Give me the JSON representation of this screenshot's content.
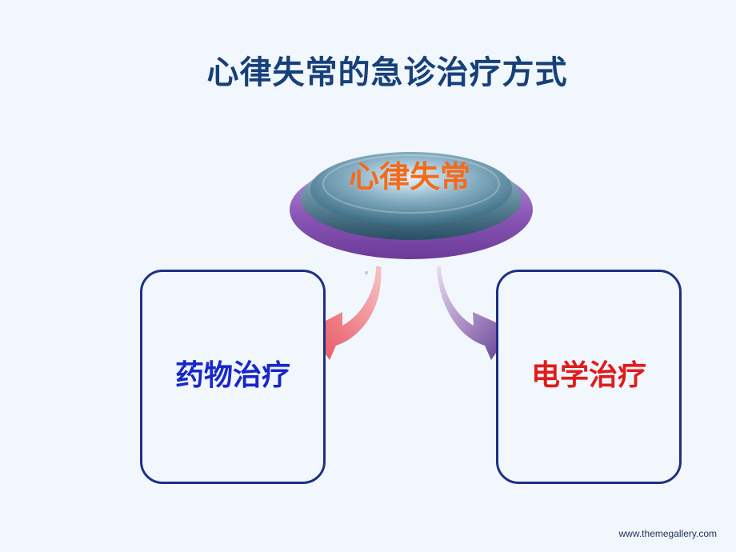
{
  "title": "心律失常的急诊治疗方式",
  "center_node": {
    "label": "心律失常"
  },
  "branches": [
    {
      "label": "药物治疗"
    },
    {
      "label": "电学治疗"
    }
  ],
  "footer": {
    "text": "www.themegallery.com"
  },
  "colors": {
    "title": "#17407a",
    "center_label": "#f26b1d",
    "left_label": "#1a27c8",
    "right_label": "#e11b1b",
    "box_border": "#1d2f86",
    "arrow_left": "#e95d6a",
    "arrow_right": "#7a4aa3",
    "disk_purple": "#8b57b7",
    "disk_blue": "#5f8ea4"
  },
  "icons": [
    "curved-arrow-left-icon",
    "curved-arrow-right-icon",
    "disk-icon"
  ]
}
